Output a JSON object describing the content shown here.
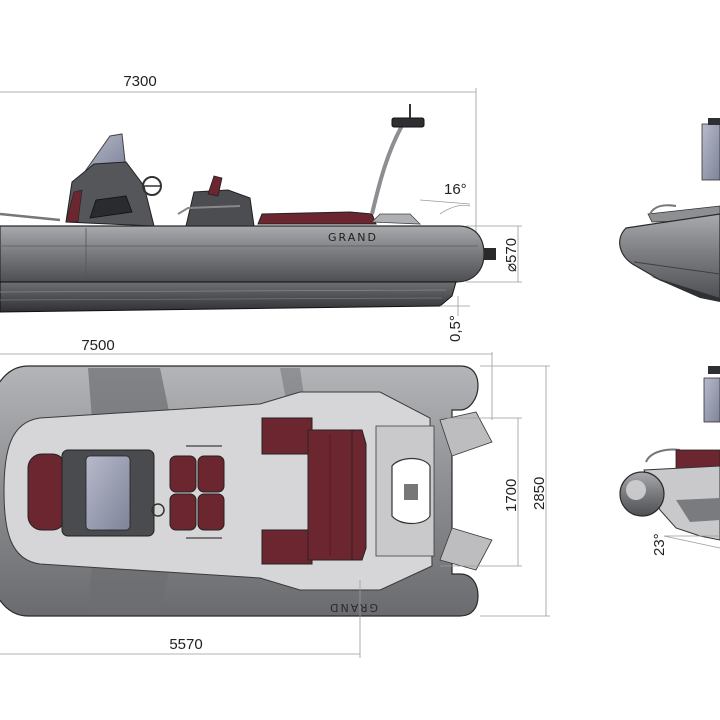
{
  "dimensions": {
    "length_overall": "7300",
    "length_top": "7500",
    "beam": "2850",
    "inner_beam": "1700",
    "length_partial": "5570",
    "tube_diameter": "570",
    "diameter_symbol": "⌀",
    "bow_angle": "16°",
    "trim_angle": "0,5°",
    "deadrise_angle": "23°"
  },
  "brand": {
    "name": "GRAND"
  },
  "colors": {
    "hull": "#5a5a5e",
    "tube": "#8e8f93",
    "tube_dark": "#6c6d71",
    "deck": "#d6d6d8",
    "upholstery": "#6b2630",
    "console_glass": "#8f94ad",
    "dim_line": "#9a9a9a"
  }
}
